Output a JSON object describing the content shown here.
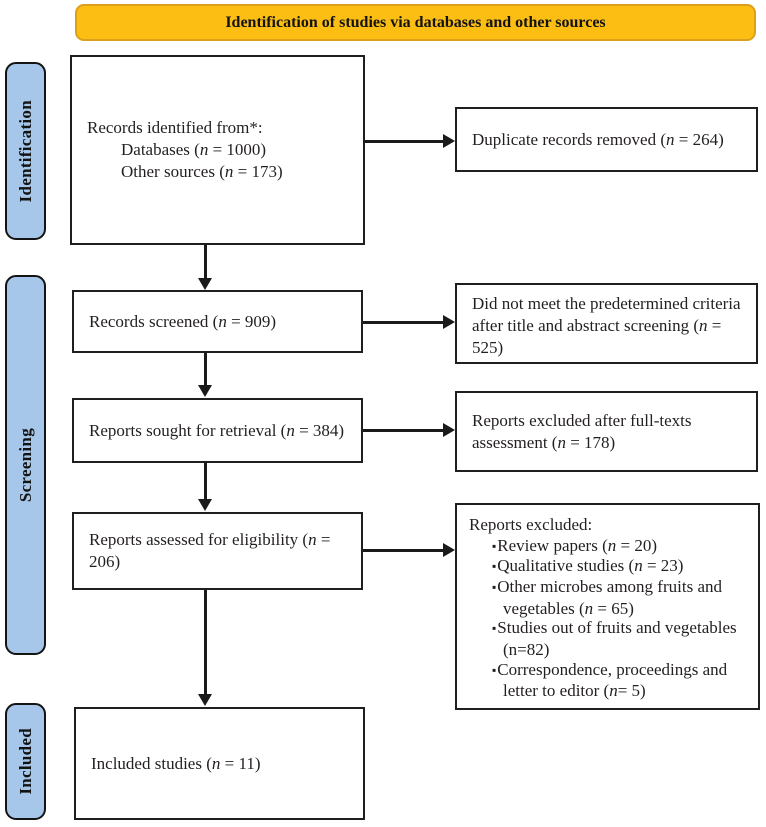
{
  "banner": {
    "title": "Identification of studies via databases and other sources"
  },
  "stages": [
    {
      "label": "Identification"
    },
    {
      "label": "Screening"
    },
    {
      "label": "Included"
    }
  ],
  "colors": {
    "banner_fill": "#FCBE13",
    "banner_border": "#DDA01C",
    "stage_fill": "#A6C7E9",
    "line_color": "#1a1a1a",
    "text_color": "#231f20"
  },
  "boxes": {
    "records_identified": {
      "lines": [
        {
          "segments": [
            {
              "text": "Records identified from*:"
            }
          ]
        },
        {
          "indent": true,
          "segments": [
            {
              "text": "Databases ("
            },
            {
              "text": "n",
              "italic": true
            },
            {
              "text": " = 1000)"
            }
          ]
        },
        {
          "indent": true,
          "segments": [
            {
              "text": "Other sources ("
            },
            {
              "text": "n",
              "italic": true
            },
            {
              "text": " = 173)"
            }
          ]
        }
      ]
    },
    "duplicates_removed": {
      "lines": [
        {
          "segments": [
            {
              "text": "Duplicate records removed ("
            },
            {
              "text": "n",
              "italic": true
            },
            {
              "text": " = 264)"
            }
          ]
        }
      ]
    },
    "records_screened": {
      "lines": [
        {
          "segments": [
            {
              "text": "Records screened ("
            },
            {
              "text": "n",
              "italic": true
            },
            {
              "text": " = 909)"
            }
          ]
        }
      ]
    },
    "title_abstract_excluded": {
      "lines": [
        {
          "segments": [
            {
              "text": "Did not meet the predetermined criteria after title and abstract screening ("
            },
            {
              "text": "n",
              "italic": true
            },
            {
              "text": " = 525)"
            }
          ]
        }
      ]
    },
    "reports_sought": {
      "lines": [
        {
          "segments": [
            {
              "text": "Reports sought for retrieval ("
            },
            {
              "text": "n",
              "italic": true
            },
            {
              "text": " = 384)"
            }
          ]
        }
      ]
    },
    "fulltext_excluded": {
      "lines": [
        {
          "segments": [
            {
              "text": "Reports excluded after full-texts assessment ("
            },
            {
              "text": "n",
              "italic": true
            },
            {
              "text": " = 178)"
            }
          ]
        }
      ]
    },
    "reports_assessed": {
      "lines": [
        {
          "segments": [
            {
              "text": "Reports assessed for eligibility ("
            },
            {
              "text": "n",
              "italic": true
            },
            {
              "text": " = 206)"
            }
          ]
        }
      ]
    },
    "reports_excluded": {
      "lines": [
        {
          "segments": [
            {
              "text": "Reports excluded:"
            }
          ]
        },
        {
          "bullet": true,
          "segments": [
            {
              "text": "Review papers ("
            },
            {
              "text": "n",
              "italic": true
            },
            {
              "text": " = 20)"
            }
          ]
        },
        {
          "bullet": true,
          "segments": [
            {
              "text": "Qualitative studies ("
            },
            {
              "text": "n",
              "italic": true
            },
            {
              "text": " = 23)"
            }
          ]
        },
        {
          "bullet": true,
          "segments": [
            {
              "text": "Other microbes among fruits and vegetables ("
            },
            {
              "text": "n",
              "italic": true
            },
            {
              "text": " = 65)"
            }
          ]
        },
        {
          "bullet": true,
          "segments": [
            {
              "text": "Studies out of fruits and vegetables (n=82)"
            }
          ]
        },
        {
          "bullet": true,
          "segments": [
            {
              "text": "Correspondence, proceedings and letter to editor ("
            },
            {
              "text": "n",
              "italic": true
            },
            {
              "text": "= 5)"
            }
          ]
        }
      ]
    },
    "included_studies": {
      "lines": [
        {
          "segments": [
            {
              "text": "Included studies ("
            },
            {
              "text": "n",
              "italic": true
            },
            {
              "text": " = 11)"
            }
          ]
        }
      ]
    }
  }
}
